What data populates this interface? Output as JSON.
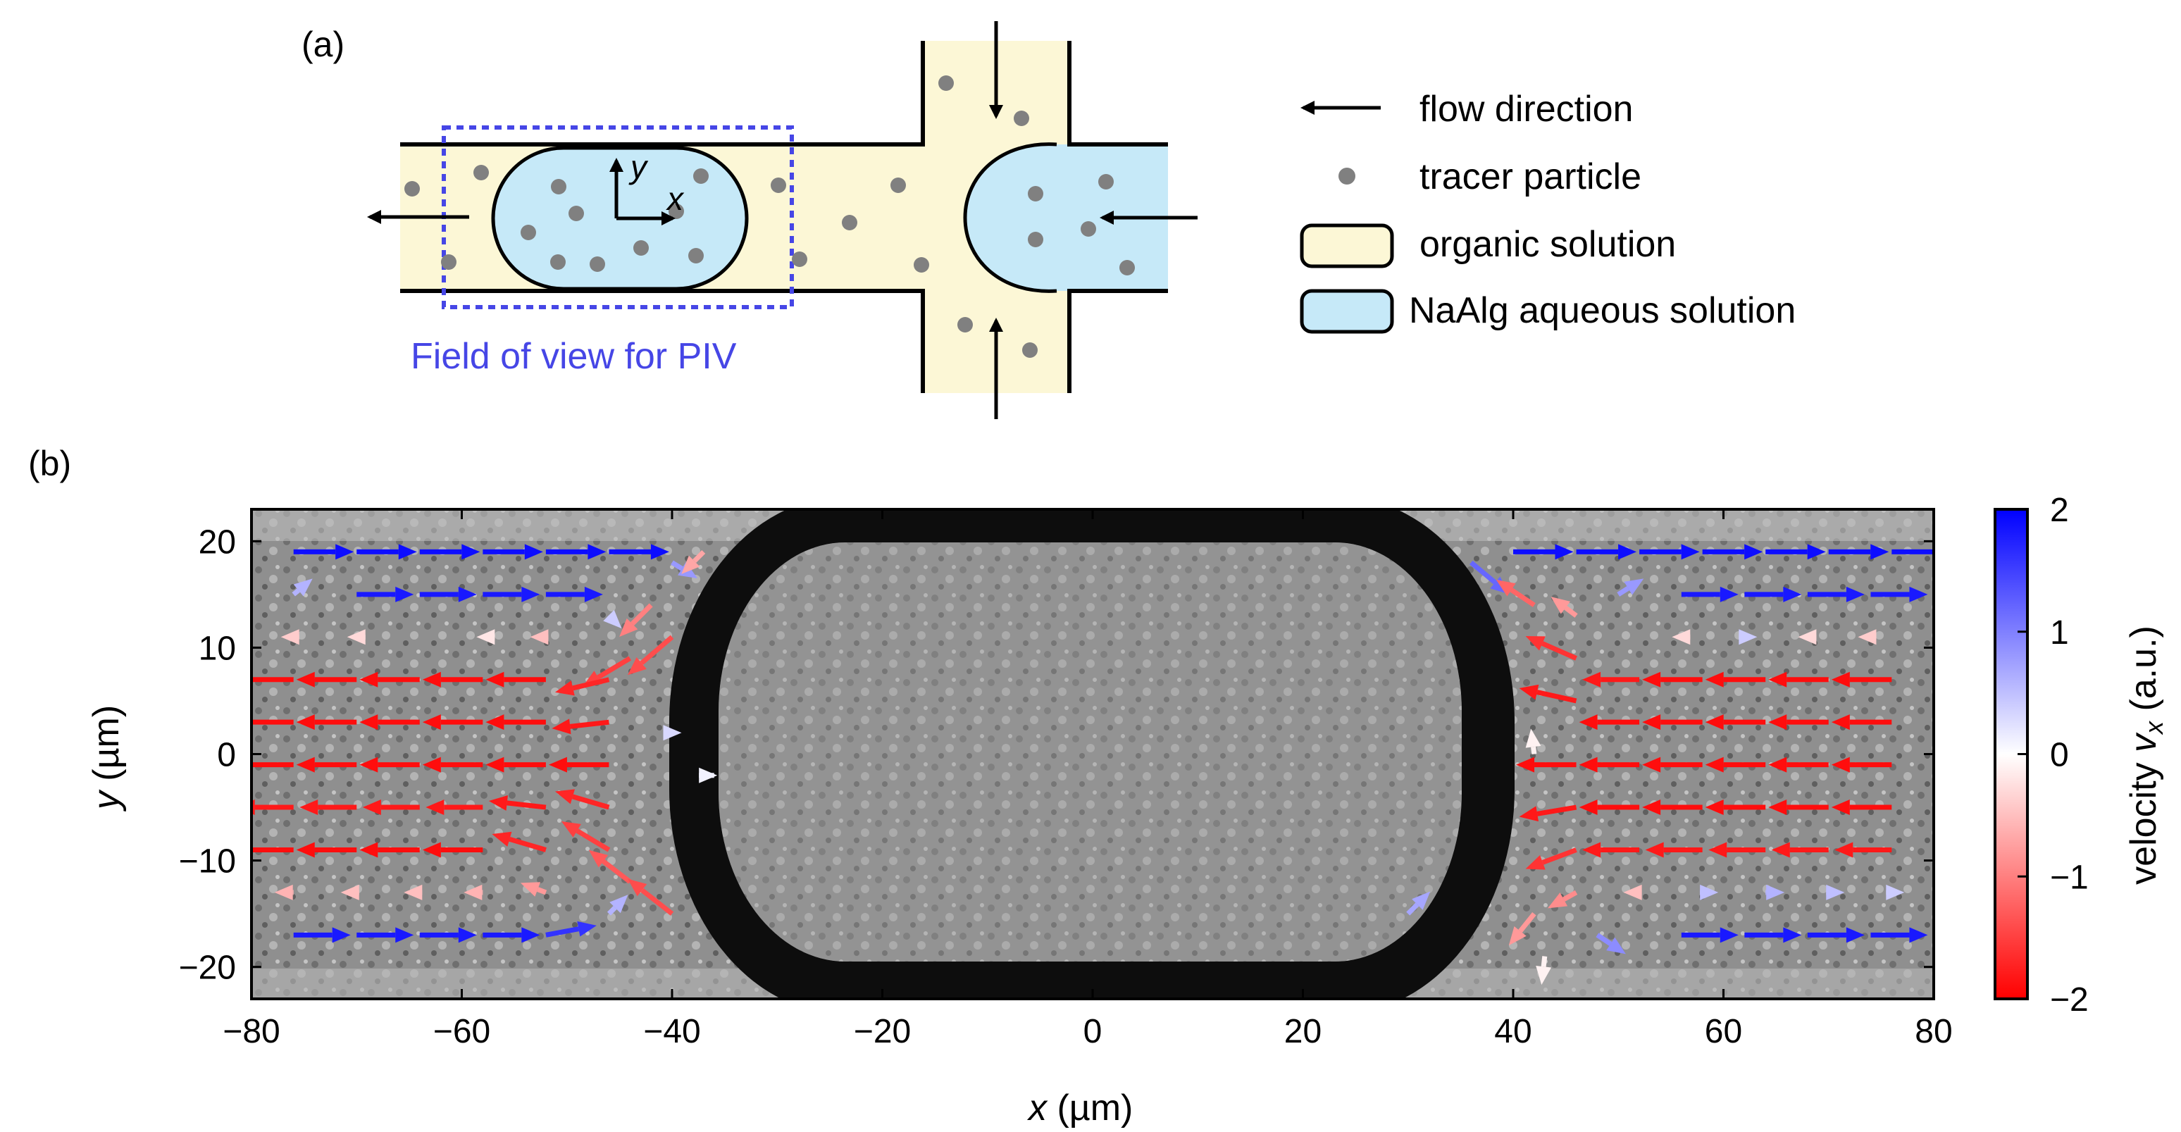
{
  "panel_a": {
    "label": "(a)",
    "axis_x": "x",
    "axis_y": "y",
    "fov_label": "Field of view for PIV",
    "legend": {
      "flow": "flow direction",
      "tracer": "tracer particle",
      "organic": "organic solution",
      "aqueous": "NaAlg aqueous solution"
    }
  },
  "panel_b": {
    "label": "(b)",
    "xlabel_var": "x",
    "xlabel_unit": " (µm)",
    "ylabel_var": "y",
    "ylabel_unit": " (µm)",
    "colorbar_label_prefix": "velocity ",
    "colorbar_label_var": "v",
    "colorbar_label_sub": "x",
    "colorbar_label_suffix": " (a.u.)"
  },
  "colors": {
    "organic": "#fcf7d6",
    "aqueous": "#c6e9f8",
    "tracer": "#808080",
    "fov": "#4646e6",
    "vx_positive": "#0000ff",
    "vx_zero": "#ffffff",
    "vx_negative": "#ff0000"
  },
  "chart_data": {
    "type": "quiver",
    "xlim": [
      -80,
      80
    ],
    "ylim": [
      -23,
      23
    ],
    "xticks": [
      -80,
      -60,
      -40,
      -20,
      0,
      20,
      40,
      60,
      80
    ],
    "xtick_labels": [
      "−80",
      "−60",
      "−40",
      "−20",
      "0",
      "20",
      "40",
      "60",
      "80"
    ],
    "yticks": [
      -20,
      -10,
      0,
      10,
      20
    ],
    "ytick_labels": [
      "−20",
      "−10",
      "0",
      "10",
      "20"
    ],
    "colorbar": {
      "range": [
        -2,
        2
      ],
      "ticks": [
        -2,
        -1,
        0,
        1,
        2
      ],
      "tick_labels": [
        "−2",
        "−1",
        "0",
        "1",
        "2"
      ]
    },
    "background": "grayscale micrograph of a droplet",
    "series": [
      {
        "x": -76,
        "y": 19,
        "vx": 1.9,
        "vy": 0
      },
      {
        "x": -70,
        "y": 19,
        "vx": 1.9,
        "vy": 0
      },
      {
        "x": -64,
        "y": 19,
        "vx": 1.9,
        "vy": 0
      },
      {
        "x": -58,
        "y": 19,
        "vx": 1.9,
        "vy": 0
      },
      {
        "x": -52,
        "y": 19,
        "vx": 1.9,
        "vy": 0
      },
      {
        "x": -46,
        "y": 19,
        "vx": 1.9,
        "vy": 0
      },
      {
        "x": -76,
        "y": 15,
        "vx": 0.6,
        "vy": 0.5
      },
      {
        "x": -70,
        "y": 15,
        "vx": 1.8,
        "vy": 0
      },
      {
        "x": -64,
        "y": 15,
        "vx": 1.8,
        "vy": 0
      },
      {
        "x": -58,
        "y": 15,
        "vx": 1.8,
        "vy": 0
      },
      {
        "x": -52,
        "y": 15,
        "vx": 1.8,
        "vy": 0
      },
      {
        "x": -40,
        "y": 18,
        "vx": 0.8,
        "vy": -0.5
      },
      {
        "x": -37,
        "y": 19,
        "vx": -0.7,
        "vy": -0.7
      },
      {
        "x": -46,
        "y": 13,
        "vx": 0.4,
        "vy": -0.4
      },
      {
        "x": -42,
        "y": 14,
        "vx": -1.0,
        "vy": -1.0
      },
      {
        "x": -40,
        "y": 11,
        "vx": -1.4,
        "vy": -1.2
      },
      {
        "x": -44,
        "y": 9,
        "vx": -1.5,
        "vy": -0.9
      },
      {
        "x": -76,
        "y": 11,
        "vx": -0.4,
        "vy": 0
      },
      {
        "x": -70,
        "y": 11,
        "vx": -0.3,
        "vy": 0
      },
      {
        "x": -64,
        "y": 11,
        "vx": 0.0,
        "vy": 0
      },
      {
        "x": -58,
        "y": 11,
        "vx": -0.2,
        "vy": 0
      },
      {
        "x": -52,
        "y": 11,
        "vx": -0.5,
        "vy": 0
      },
      {
        "x": -76,
        "y": 7,
        "vx": -1.9,
        "vy": 0
      },
      {
        "x": -70,
        "y": 7,
        "vx": -1.9,
        "vy": 0
      },
      {
        "x": -64,
        "y": 7,
        "vx": -1.9,
        "vy": 0
      },
      {
        "x": -58,
        "y": 7,
        "vx": -1.9,
        "vy": 0
      },
      {
        "x": -52,
        "y": 7,
        "vx": -1.9,
        "vy": 0
      },
      {
        "x": -46,
        "y": 7,
        "vx": -1.7,
        "vy": -0.4
      },
      {
        "x": -76,
        "y": 3,
        "vx": -1.9,
        "vy": 0
      },
      {
        "x": -70,
        "y": 3,
        "vx": -1.9,
        "vy": 0
      },
      {
        "x": -64,
        "y": 3,
        "vx": -1.9,
        "vy": 0
      },
      {
        "x": -58,
        "y": 3,
        "vx": -1.9,
        "vy": 0
      },
      {
        "x": -52,
        "y": 3,
        "vx": -1.9,
        "vy": 0
      },
      {
        "x": -46,
        "y": 3,
        "vx": -1.8,
        "vy": -0.2
      },
      {
        "x": -76,
        "y": -1,
        "vx": -1.9,
        "vy": 0
      },
      {
        "x": -70,
        "y": -1,
        "vx": -1.9,
        "vy": 0
      },
      {
        "x": -64,
        "y": -1,
        "vx": -1.9,
        "vy": 0
      },
      {
        "x": -58,
        "y": -1,
        "vx": -1.9,
        "vy": 0
      },
      {
        "x": -52,
        "y": -1,
        "vx": -1.9,
        "vy": 0
      },
      {
        "x": -46,
        "y": -1,
        "vx": -1.9,
        "vy": 0
      },
      {
        "x": -76,
        "y": -5,
        "vx": -1.8,
        "vy": 0
      },
      {
        "x": -70,
        "y": -5,
        "vx": -1.8,
        "vy": 0
      },
      {
        "x": -64,
        "y": -5,
        "vx": -1.8,
        "vy": 0
      },
      {
        "x": -58,
        "y": -5,
        "vx": -1.8,
        "vy": 0
      },
      {
        "x": -52,
        "y": -5,
        "vx": -1.8,
        "vy": 0.2
      },
      {
        "x": -46,
        "y": -5,
        "vx": -1.7,
        "vy": 0.5
      },
      {
        "x": -76,
        "y": -9,
        "vx": -1.9,
        "vy": 0
      },
      {
        "x": -70,
        "y": -9,
        "vx": -1.9,
        "vy": 0
      },
      {
        "x": -64,
        "y": -9,
        "vx": -1.9,
        "vy": 0
      },
      {
        "x": -58,
        "y": -9,
        "vx": -1.9,
        "vy": 0
      },
      {
        "x": -52,
        "y": -9,
        "vx": -1.7,
        "vy": 0.5
      },
      {
        "x": -46,
        "y": -9,
        "vx": -1.5,
        "vy": 0.9
      },
      {
        "x": -76,
        "y": -13,
        "vx": -0.6,
        "vy": 0
      },
      {
        "x": -70,
        "y": -13,
        "vx": -0.5,
        "vy": 0
      },
      {
        "x": -64,
        "y": -13,
        "vx": -0.5,
        "vy": 0
      },
      {
        "x": -58,
        "y": -13,
        "vx": -0.6,
        "vy": 0
      },
      {
        "x": -52,
        "y": -13,
        "vx": -0.8,
        "vy": 0.3
      },
      {
        "x": -44,
        "y": -12,
        "vx": -1.3,
        "vy": 1.0
      },
      {
        "x": -40,
        "y": -15,
        "vx": -1.4,
        "vy": 1.1
      },
      {
        "x": -76,
        "y": -17,
        "vx": 1.8,
        "vy": 0
      },
      {
        "x": -70,
        "y": -17,
        "vx": 1.8,
        "vy": 0
      },
      {
        "x": -64,
        "y": -17,
        "vx": 1.8,
        "vy": 0
      },
      {
        "x": -58,
        "y": -17,
        "vx": 1.8,
        "vy": 0
      },
      {
        "x": -52,
        "y": -17,
        "vx": 1.6,
        "vy": 0.3
      },
      {
        "x": -46,
        "y": -15,
        "vx": 0.6,
        "vy": 0.6
      },
      {
        "x": -40,
        "y": 2,
        "vx": 0.3,
        "vy": 0
      },
      {
        "x": -36,
        "y": -2,
        "vx": 0.1,
        "vy": 0
      },
      {
        "x": 40,
        "y": 19,
        "vx": 1.9,
        "vy": 0
      },
      {
        "x": 46,
        "y": 19,
        "vx": 1.9,
        "vy": 0
      },
      {
        "x": 52,
        "y": 19,
        "vx": 1.9,
        "vy": 0
      },
      {
        "x": 58,
        "y": 19,
        "vx": 1.9,
        "vy": 0
      },
      {
        "x": 64,
        "y": 19,
        "vx": 1.9,
        "vy": 0
      },
      {
        "x": 70,
        "y": 19,
        "vx": 1.9,
        "vy": 0
      },
      {
        "x": 76,
        "y": 19,
        "vx": 1.9,
        "vy": 0
      },
      {
        "x": 56,
        "y": 15,
        "vx": 1.8,
        "vy": 0
      },
      {
        "x": 62,
        "y": 15,
        "vx": 1.8,
        "vy": 0
      },
      {
        "x": 68,
        "y": 15,
        "vx": 1.8,
        "vy": 0
      },
      {
        "x": 74,
        "y": 15,
        "vx": 1.8,
        "vy": 0
      },
      {
        "x": 50,
        "y": 15,
        "vx": 0.8,
        "vy": 0.5
      },
      {
        "x": 36,
        "y": 18,
        "vx": 1.2,
        "vy": -1.0
      },
      {
        "x": 42,
        "y": 14,
        "vx": -1.2,
        "vy": 0.8
      },
      {
        "x": 46,
        "y": 13,
        "vx": -0.8,
        "vy": 0.6
      },
      {
        "x": 56,
        "y": 11,
        "vx": -0.3,
        "vy": 0
      },
      {
        "x": 62,
        "y": 11,
        "vx": 0.4,
        "vy": 0
      },
      {
        "x": 68,
        "y": 11,
        "vx": -0.3,
        "vy": 0
      },
      {
        "x": 74,
        "y": 11,
        "vx": -0.4,
        "vy": 0
      },
      {
        "x": 46,
        "y": 9,
        "vx": -1.6,
        "vy": 0.7
      },
      {
        "x": 52,
        "y": 7,
        "vx": -1.8,
        "vy": 0
      },
      {
        "x": 58,
        "y": 7,
        "vx": -1.9,
        "vy": 0
      },
      {
        "x": 64,
        "y": 7,
        "vx": -1.9,
        "vy": 0
      },
      {
        "x": 70,
        "y": 7,
        "vx": -1.9,
        "vy": 0
      },
      {
        "x": 76,
        "y": 7,
        "vx": -1.9,
        "vy": 0
      },
      {
        "x": 46,
        "y": 5,
        "vx": -1.8,
        "vy": 0.4
      },
      {
        "x": 52,
        "y": 3,
        "vx": -1.9,
        "vy": 0
      },
      {
        "x": 58,
        "y": 3,
        "vx": -1.9,
        "vy": 0
      },
      {
        "x": 64,
        "y": 3,
        "vx": -1.9,
        "vy": 0
      },
      {
        "x": 70,
        "y": 3,
        "vx": -1.9,
        "vy": 0
      },
      {
        "x": 76,
        "y": 3,
        "vx": -1.9,
        "vy": 0
      },
      {
        "x": 46,
        "y": -1,
        "vx": -1.9,
        "vy": 0
      },
      {
        "x": 52,
        "y": -1,
        "vx": -1.9,
        "vy": 0
      },
      {
        "x": 58,
        "y": -1,
        "vx": -1.9,
        "vy": 0
      },
      {
        "x": 64,
        "y": -1,
        "vx": -1.9,
        "vy": 0
      },
      {
        "x": 70,
        "y": -1,
        "vx": -1.9,
        "vy": 0
      },
      {
        "x": 76,
        "y": -1,
        "vx": -1.9,
        "vy": 0
      },
      {
        "x": 46,
        "y": -5,
        "vx": -1.8,
        "vy": -0.3
      },
      {
        "x": 52,
        "y": -5,
        "vx": -1.9,
        "vy": 0
      },
      {
        "x": 58,
        "y": -5,
        "vx": -1.9,
        "vy": 0
      },
      {
        "x": 64,
        "y": -5,
        "vx": -1.9,
        "vy": 0
      },
      {
        "x": 70,
        "y": -5,
        "vx": -1.9,
        "vy": 0
      },
      {
        "x": 76,
        "y": -5,
        "vx": -1.9,
        "vy": 0
      },
      {
        "x": 46,
        "y": -9,
        "vx": -1.6,
        "vy": -0.6
      },
      {
        "x": 52,
        "y": -9,
        "vx": -1.8,
        "vy": 0
      },
      {
        "x": 58,
        "y": -9,
        "vx": -1.8,
        "vy": 0
      },
      {
        "x": 64,
        "y": -9,
        "vx": -1.8,
        "vy": 0
      },
      {
        "x": 70,
        "y": -9,
        "vx": -1.8,
        "vy": 0
      },
      {
        "x": 76,
        "y": -9,
        "vx": -1.8,
        "vy": 0
      },
      {
        "x": 46,
        "y": -13,
        "vx": -0.9,
        "vy": -0.5
      },
      {
        "x": 52,
        "y": -13,
        "vx": -0.5,
        "vy": 0
      },
      {
        "x": 58,
        "y": -13,
        "vx": 0.5,
        "vy": 0
      },
      {
        "x": 64,
        "y": -13,
        "vx": 0.6,
        "vy": 0
      },
      {
        "x": 70,
        "y": -13,
        "vx": 0.5,
        "vy": 0
      },
      {
        "x": 76,
        "y": -13,
        "vx": 0.4,
        "vy": 0
      },
      {
        "x": 42,
        "y": -15,
        "vx": -0.8,
        "vy": -1.0
      },
      {
        "x": 48,
        "y": -17,
        "vx": 0.9,
        "vy": -0.6
      },
      {
        "x": 56,
        "y": -17,
        "vx": 1.8,
        "vy": 0
      },
      {
        "x": 62,
        "y": -17,
        "vx": 1.8,
        "vy": 0
      },
      {
        "x": 68,
        "y": -17,
        "vx": 1.8,
        "vy": 0
      },
      {
        "x": 74,
        "y": -17,
        "vx": 1.8,
        "vy": 0
      },
      {
        "x": 30,
        "y": -15,
        "vx": 0.7,
        "vy": 0.7
      },
      {
        "x": 43,
        "y": -19,
        "vx": -0.1,
        "vy": -0.9
      },
      {
        "x": 42,
        "y": 0,
        "vx": -0.1,
        "vy": 0.8
      }
    ]
  }
}
